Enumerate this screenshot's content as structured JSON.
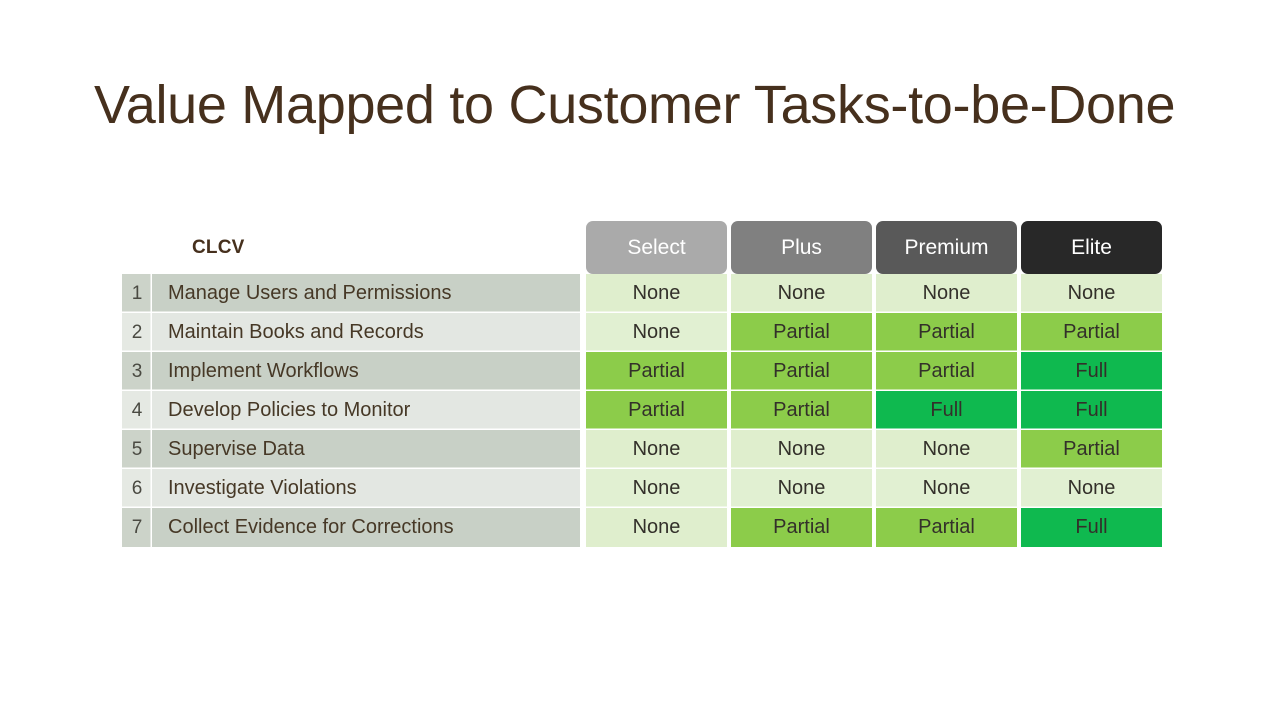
{
  "slide": {
    "title": "Value Mapped to Customer Tasks-to-be-Done",
    "title_color": "#46301d",
    "background": "#ffffff"
  },
  "matrix": {
    "corner_label": "CLCV",
    "tiers": [
      {
        "label": "Select",
        "color": "#aaaaaa"
      },
      {
        "label": "Plus",
        "color": "#808080"
      },
      {
        "label": "Premium",
        "color": "#595959"
      },
      {
        "label": "Elite",
        "color": "#282828"
      }
    ],
    "value_colors": {
      "None_odd": "#dfeecd",
      "None_even": "#e1f0d2",
      "Partial": "#8ccc4a",
      "Full": "#0fb94f"
    },
    "row_label_colors": {
      "odd_number": "#ccd3c9",
      "odd_task": "#c8d0c6",
      "even_number": "#e5e9e3",
      "even_task": "#e3e7e2"
    },
    "rows": [
      {
        "number": "1",
        "task": "Manage Users and Permissions",
        "values": [
          "None",
          "None",
          "None",
          "None"
        ]
      },
      {
        "number": "2",
        "task": "Maintain Books and Records",
        "values": [
          "None",
          "Partial",
          "Partial",
          "Partial"
        ]
      },
      {
        "number": "3",
        "task": "Implement Workflows",
        "values": [
          "Partial",
          "Partial",
          "Partial",
          "Full"
        ]
      },
      {
        "number": "4",
        "task": "Develop Policies to Monitor",
        "values": [
          "Partial",
          "Partial",
          "Full",
          "Full"
        ]
      },
      {
        "number": "5",
        "task": "Supervise Data",
        "values": [
          "None",
          "None",
          "None",
          "Partial"
        ]
      },
      {
        "number": "6",
        "task": "Investigate Violations",
        "values": [
          "None",
          "None",
          "None",
          "None"
        ]
      },
      {
        "number": "7",
        "task": "Collect Evidence for Corrections",
        "values": [
          "None",
          "Partial",
          "Partial",
          "Full"
        ]
      }
    ]
  }
}
